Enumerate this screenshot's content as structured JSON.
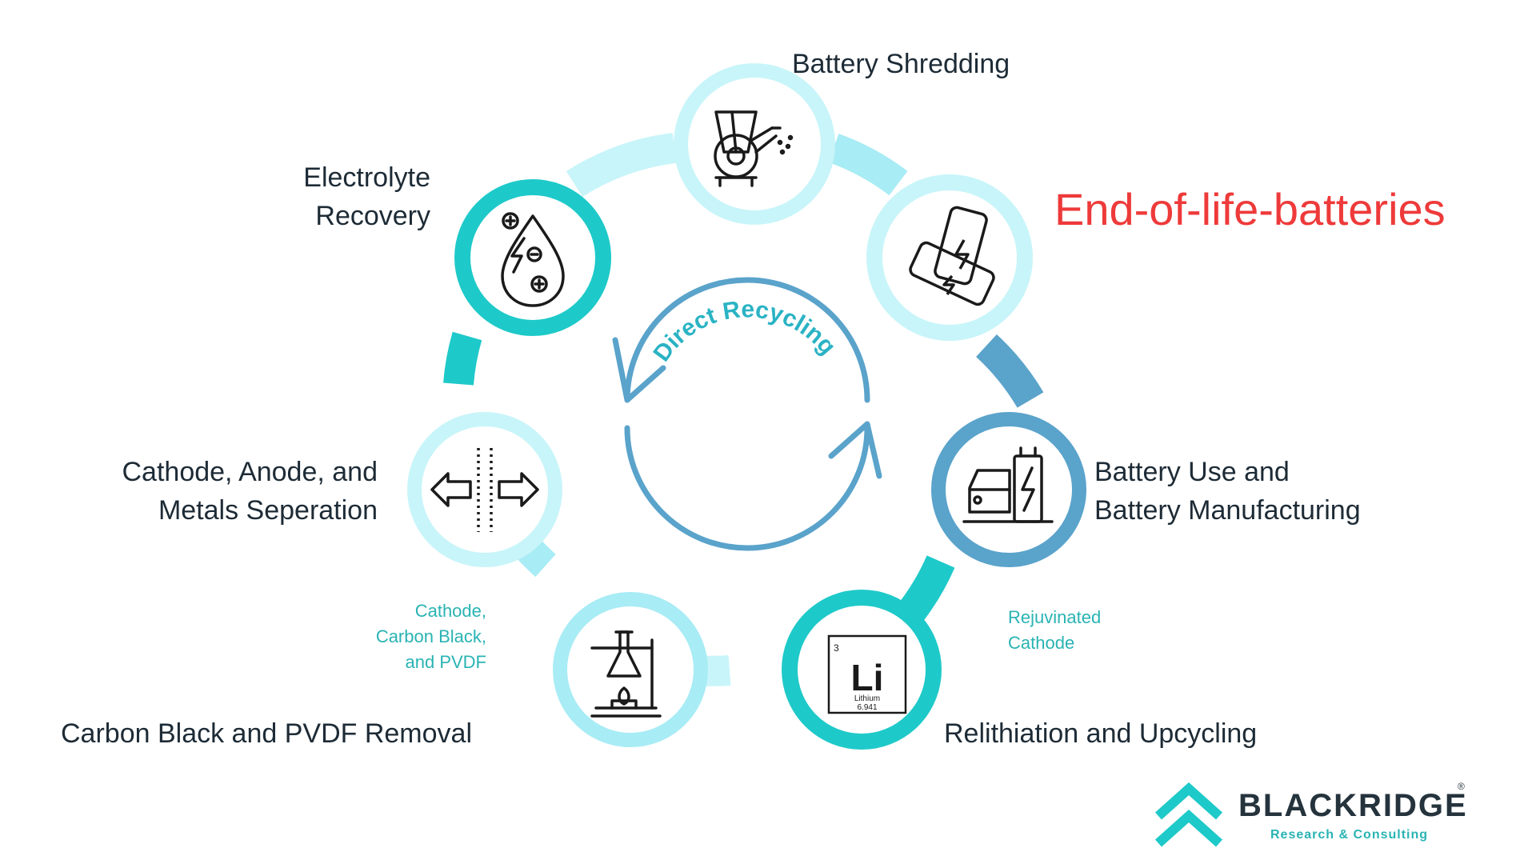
{
  "title": "End-of-life-batteries",
  "center_label": "Direct Recycling",
  "colors": {
    "accent_red": "#ee3a3a",
    "teal": "#1ec9c9",
    "light_cyan": "#a8ecf5",
    "pale_cyan": "#c8f5f9",
    "steel_blue": "#5aa3cb",
    "text": "#1d2b36"
  },
  "steps": [
    {
      "id": "end-of-life",
      "label_lines": [],
      "icon": "batteries-icon"
    },
    {
      "id": "use-manufacturing",
      "label_lines": [
        "Battery Use and",
        "Battery Manufacturing"
      ],
      "icon": "electric-car-charging-icon"
    },
    {
      "id": "relithiation",
      "label_lines": [
        "Relithiation and Upcycling"
      ],
      "icon": "lithium-element-icon",
      "element": {
        "number": "3",
        "symbol": "Li",
        "name": "Lithium",
        "mass": "6.941"
      }
    },
    {
      "id": "carbon-black-removal",
      "label_lines": [
        "Carbon Black and PVDF Removal"
      ],
      "icon": "flask-burner-icon"
    },
    {
      "id": "separation",
      "label_lines": [
        "Cathode, Anode, and",
        "Metals Seperation"
      ],
      "icon": "separation-arrows-icon"
    },
    {
      "id": "electrolyte",
      "label_lines": [
        "Electrolyte",
        "Recovery"
      ],
      "icon": "electrolyte-drop-icon"
    },
    {
      "id": "shredding",
      "label_lines": [
        "Battery Shredding"
      ],
      "icon": "shredder-icon"
    }
  ],
  "annotations": {
    "rejuvinated": [
      "Rejuvinated",
      "Cathode"
    ],
    "cathode_carbon": [
      "Cathode,",
      "Carbon Black,",
      "and PVDF"
    ]
  },
  "logo": {
    "name": "BLACKRIDGE",
    "tagline": "Research & Consulting",
    "reg_mark": "®"
  }
}
